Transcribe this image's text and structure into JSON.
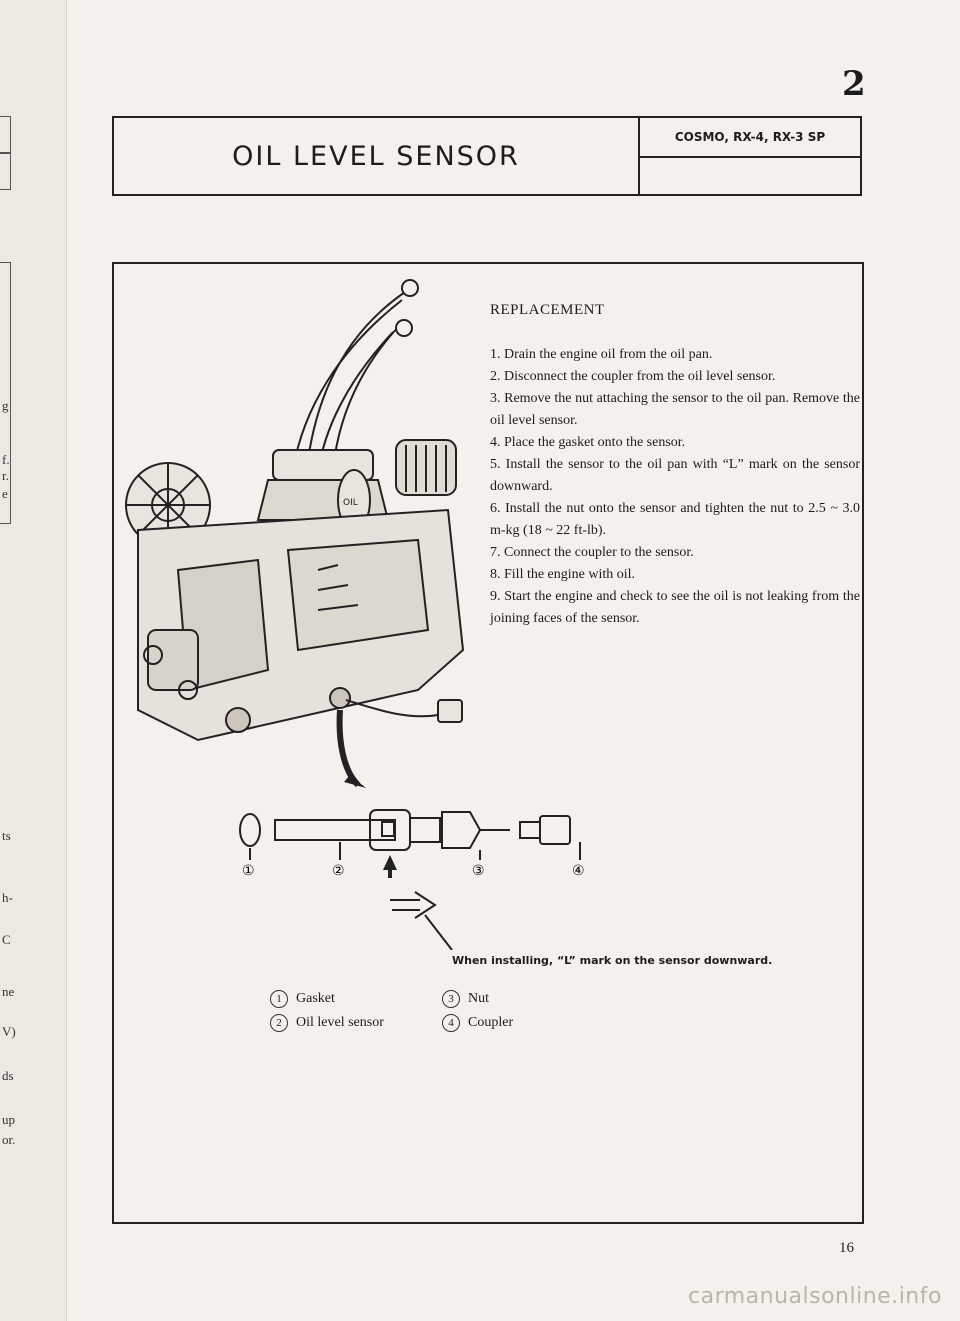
{
  "page": {
    "number_top": "2",
    "number_bottom": "16"
  },
  "header": {
    "title": "OIL LEVEL SENSOR",
    "models": "COSMO, RX-4, RX-3 SP"
  },
  "section": {
    "heading": "REPLACEMENT",
    "steps": [
      "1. Drain the engine oil from the oil pan.",
      "2. Disconnect the coupler from the oil level sensor.",
      "3. Remove the nut attaching the sensor to the oil pan. Remove the oil level sensor.",
      "4. Place the gasket onto the sensor.",
      "5. Install the sensor to the oil pan with “L” mark on the sensor downward.",
      "6. Install the nut onto the sensor and tighten the nut to 2.5 ~ 3.0 m-kg (18 ~ 22 ft-lb).",
      "7. Connect the coupler to the sensor.",
      "8. Fill the engine with oil.",
      "9. Start the engine and check to see the oil is not leaking from the joining faces of the sensor."
    ]
  },
  "figure": {
    "engine_label": "OIL",
    "callouts": [
      "①",
      "②",
      "③",
      "④"
    ],
    "install_note": "When installing, “L” mark on the sensor downward."
  },
  "legend": [
    {
      "num": "1",
      "label": "Gasket"
    },
    {
      "num": "2",
      "label": "Oil level sensor"
    },
    {
      "num": "3",
      "label": "Nut"
    },
    {
      "num": "4",
      "label": "Coupler"
    }
  ],
  "left_margin_fragments": [
    "g",
    "f.",
    "r.",
    "e",
    "ts",
    "h-",
    "C",
    "ne",
    "V)",
    "ds",
    "up",
    "or."
  ],
  "watermark": "carmanualsonline.info"
}
